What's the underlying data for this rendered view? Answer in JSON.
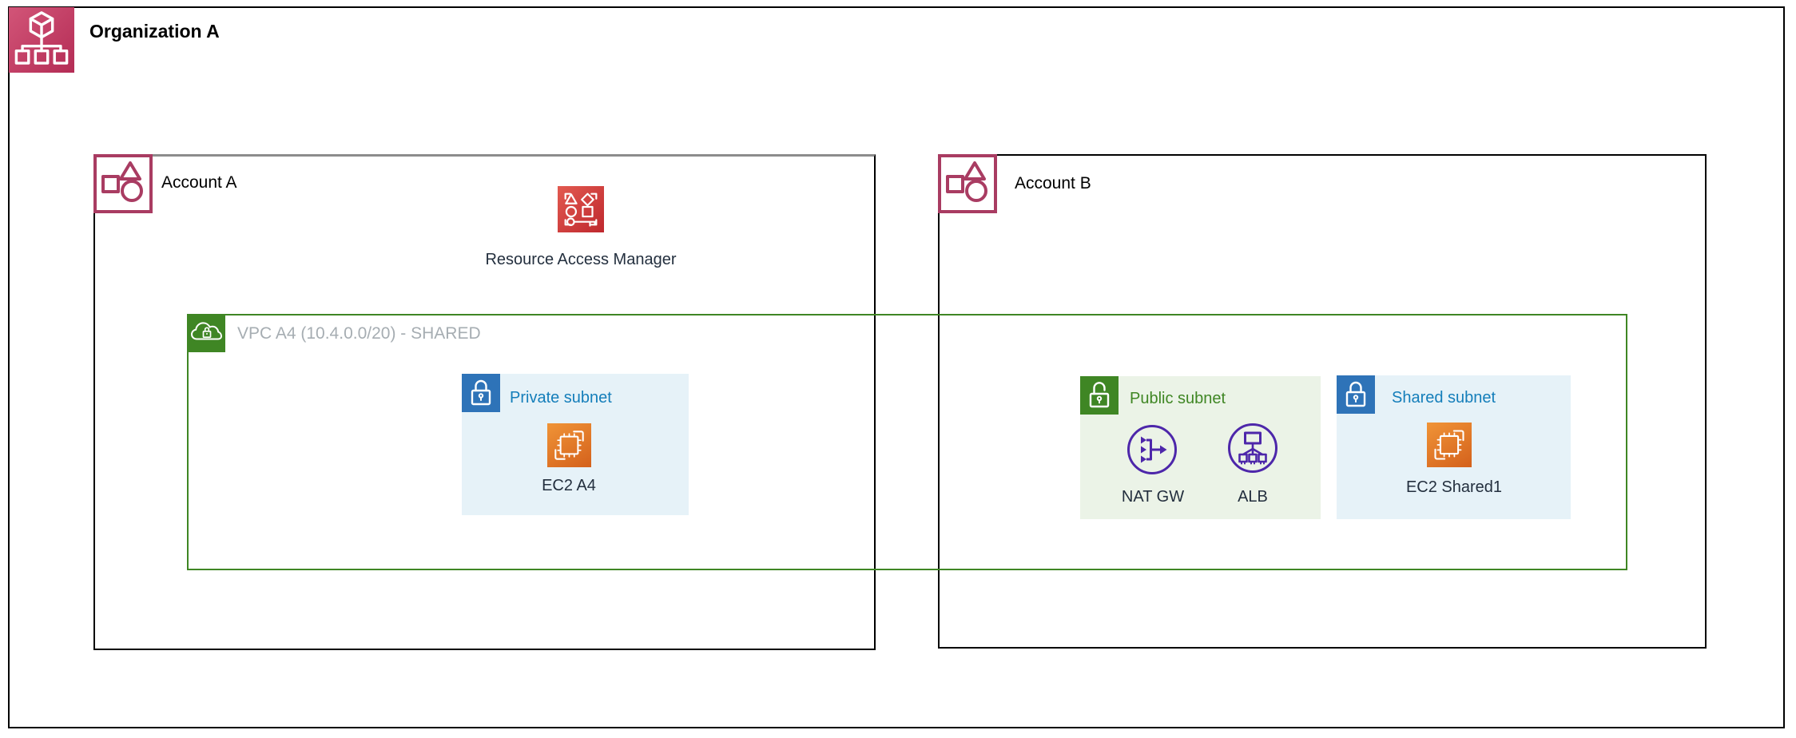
{
  "organization": {
    "label": "Organization A"
  },
  "accounts": {
    "a": {
      "label": "Account A"
    },
    "b": {
      "label": "Account B"
    }
  },
  "services": {
    "ram": {
      "label": "Resource Access Manager"
    },
    "vpc": {
      "label": "VPC A4 (10.4.0.0/20) - SHARED"
    },
    "ec2_a4": {
      "label": "EC2 A4"
    },
    "nat_gw": {
      "label": "NAT GW"
    },
    "alb": {
      "label": "ALB"
    },
    "ec2_shared1": {
      "label": "EC2 Shared1"
    }
  },
  "subnets": {
    "private": {
      "label": "Private subnet",
      "type": "private"
    },
    "public": {
      "label": "Public subnet",
      "type": "public"
    },
    "shared": {
      "label": "Shared subnet",
      "type": "shared"
    }
  },
  "colors": {
    "organizations_pink": "#C13A62",
    "account_border_red": "#A93C62",
    "account_a_top_border_gray": "#8C8C8C",
    "ram_red": "#CF3A35",
    "vpc_green": "#3F8624",
    "subnet_icon_blue": "#2E73B8",
    "private_label_blue": "#147EBA",
    "public_label_green": "#3F8624",
    "subnet_blue_bg": "#E6F2F8",
    "subnet_green_bg": "#EBF3E7",
    "nat_alb_purple": "#4D27AA",
    "ec2_orange_start": "#F09437",
    "ec2_orange_end": "#D4611C",
    "node_label_dark": "#232F3E",
    "vpc_label_gray": "#A6ADB2",
    "outline_black": "#000000"
  }
}
